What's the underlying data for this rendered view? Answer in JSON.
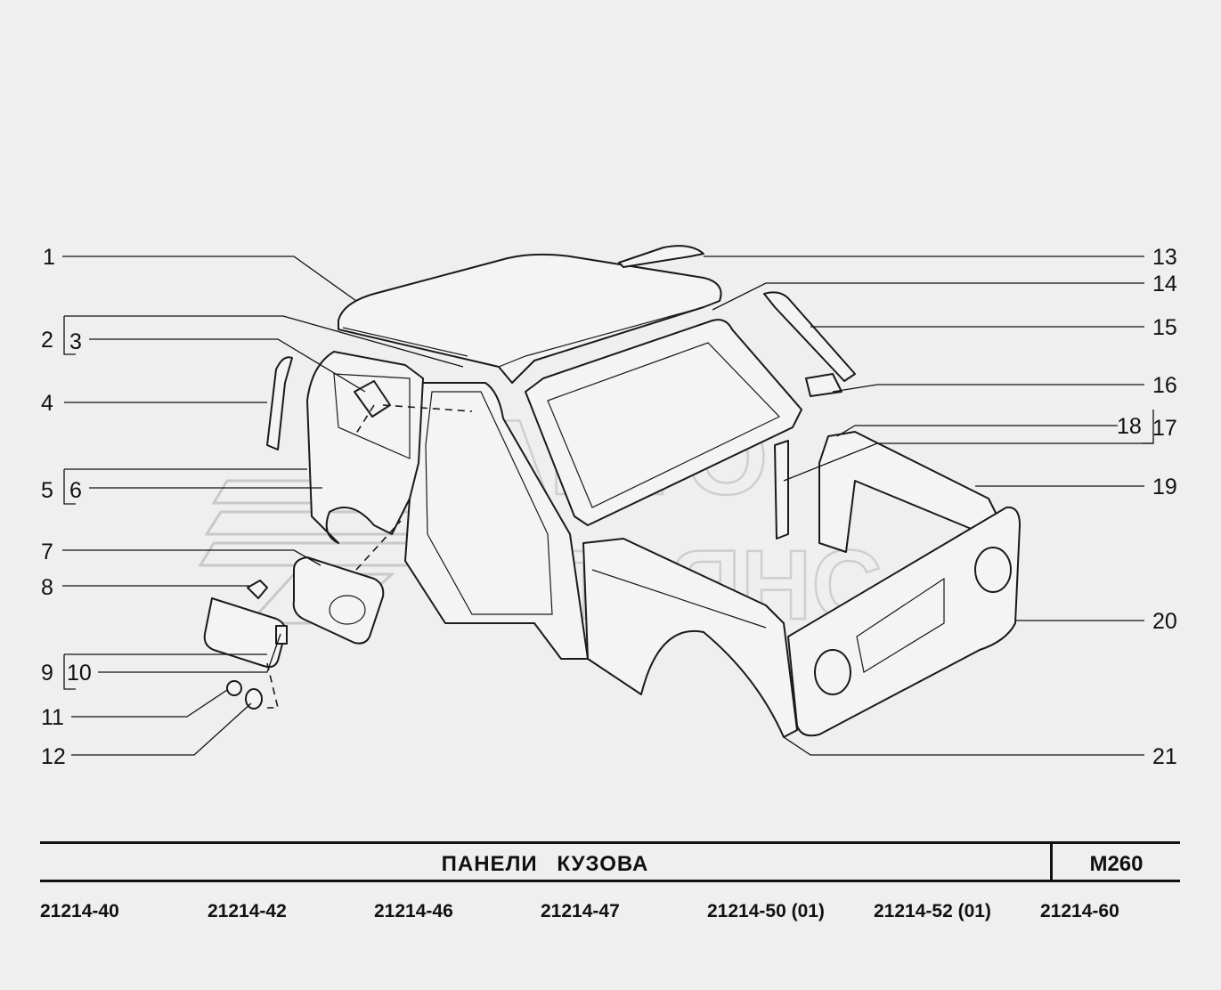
{
  "callouts": [
    {
      "id": "1",
      "label": "1"
    },
    {
      "id": "2",
      "label": "2"
    },
    {
      "id": "3",
      "label": "3"
    },
    {
      "id": "4",
      "label": "4"
    },
    {
      "id": "5",
      "label": "5"
    },
    {
      "id": "6",
      "label": "6"
    },
    {
      "id": "7",
      "label": "7"
    },
    {
      "id": "8",
      "label": "8"
    },
    {
      "id": "9",
      "label": "9"
    },
    {
      "id": "10",
      "label": "10"
    },
    {
      "id": "11",
      "label": "11"
    },
    {
      "id": "12",
      "label": "12"
    },
    {
      "id": "13",
      "label": "13"
    },
    {
      "id": "14",
      "label": "14"
    },
    {
      "id": "15",
      "label": "15"
    },
    {
      "id": "16",
      "label": "16"
    },
    {
      "id": "17",
      "label": "17"
    },
    {
      "id": "18",
      "label": "18"
    },
    {
      "id": "19",
      "label": "19"
    },
    {
      "id": "20",
      "label": "20"
    },
    {
      "id": "21",
      "label": "21"
    }
  ],
  "watermark": {
    "line1": "АВТО",
    "line2": "АЛЬЯНС"
  },
  "title": "ПАНЕЛИ КУЗОВА",
  "page_code": "М260",
  "models": [
    "21214-40",
    "21214-42",
    "21214-46",
    "21214-47",
    "21214-50 (01)",
    "21214-52 (01)",
    "21214-60"
  ]
}
